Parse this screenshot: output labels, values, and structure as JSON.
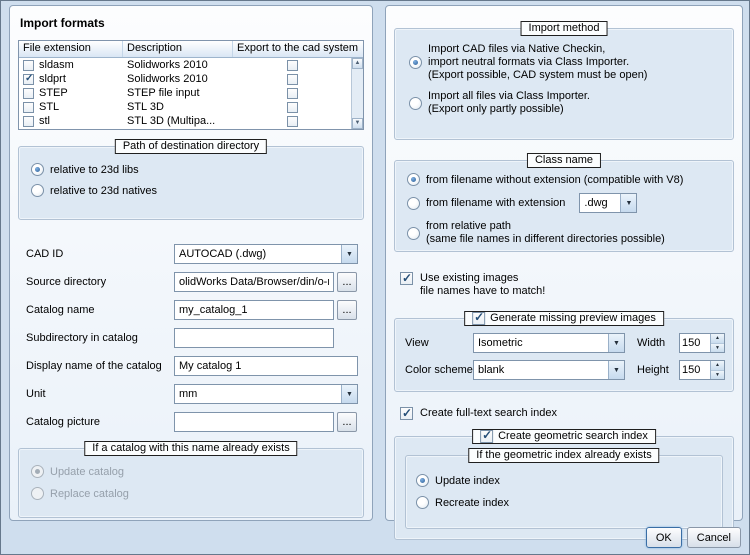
{
  "left": {
    "title": "Import formats",
    "table": {
      "headers": [
        "File extension",
        "Description",
        "Export to the cad system"
      ],
      "rows": [
        {
          "ext": "sldasm",
          "desc": "Solidworks 2010"
        },
        {
          "ext": "sldprt",
          "desc": "Solidworks 2010"
        },
        {
          "ext": "STEP",
          "desc": "STEP file input"
        },
        {
          "ext": "STL",
          "desc": "STL 3D"
        },
        {
          "ext": "stl",
          "desc": "STL 3D (Multipa..."
        }
      ]
    },
    "path_group": {
      "title": "Path of destination directory",
      "option1": "relative to 23d libs",
      "option2": "relative to 23d natives"
    },
    "form": {
      "cad_id": {
        "label": "CAD ID",
        "value": "AUTOCAD (.dwg)"
      },
      "source_dir": {
        "label": "Source directory",
        "value": "olidWorks Data/Browser/din/o-rings",
        "browse": "..."
      },
      "catalog_name": {
        "label": "Catalog name",
        "value": "my_catalog_1",
        "browse": "..."
      },
      "subdir": {
        "label": "Subdirectory in catalog",
        "value": ""
      },
      "display_name": {
        "label": "Display name of the catalog",
        "value": "My catalog 1"
      },
      "unit": {
        "label": "Unit",
        "value": "mm"
      },
      "catalog_picture": {
        "label": "Catalog picture",
        "value": "",
        "browse": "..."
      }
    },
    "exists_group": {
      "title": "If a catalog with this name already exists",
      "option1": "Update catalog",
      "option2": "Replace catalog"
    }
  },
  "right": {
    "import_method": {
      "title": "Import method",
      "opt1_line1": "Import CAD files via Native Checkin,",
      "opt1_line2": "import neutral formats via Class Importer.",
      "opt1_line3": "(Export possible, CAD system must be open)",
      "opt2_line1": "Import all files via Class Importer.",
      "opt2_line2": "(Export only partly possible)"
    },
    "class_name": {
      "title": "Class name",
      "opt1": "from filename without extension (compatible with V8)",
      "opt2": "from filename with extension",
      "opt2_ext": ".dwg",
      "opt3_line1": "from relative path",
      "opt3_line2": "(same file names in different directories possible)"
    },
    "use_existing": {
      "line1": "Use existing images",
      "line2": "file names have to match!"
    },
    "preview": {
      "title": "Generate missing preview images",
      "view_label": "View",
      "view_value": "Isometric",
      "width_label": "Width",
      "width_value": "150",
      "color_label": "Color scheme",
      "color_value": "blank",
      "height_label": "Height",
      "height_value": "150"
    },
    "fulltext_label": "Create full-text search index",
    "geometric": {
      "title": "Create geometric search index",
      "inner_title": "If the geometric index already exists",
      "opt1": "Update index",
      "opt2": "Recreate index"
    }
  },
  "footer": {
    "ok": "OK",
    "cancel": "Cancel"
  }
}
